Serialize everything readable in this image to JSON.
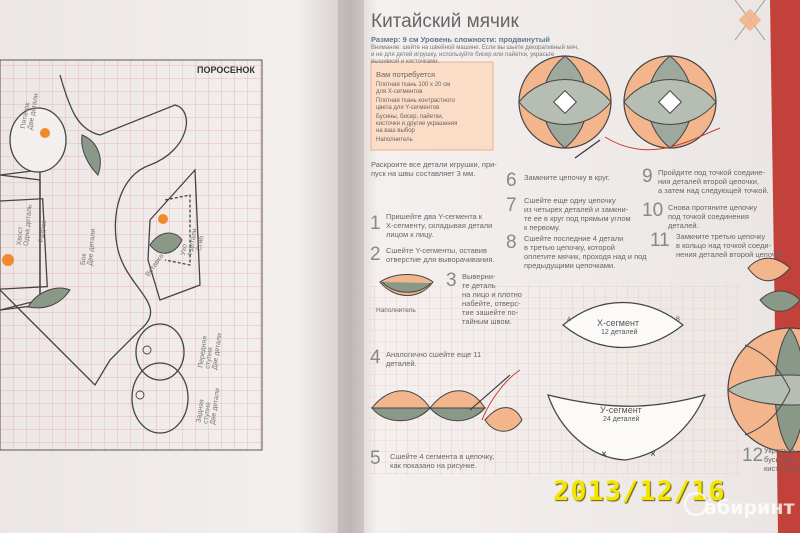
{
  "left_page": {
    "pattern_title": "ПОРОСЕНОК",
    "labels": {
      "pyatachok": "Пятачок\nДве детали",
      "ukho": "Ухо\n4 детали",
      "khvost": "Хвост\nОдна деталь",
      "bok": "Бок\nДве детали",
      "razrez": "Разрез",
      "sgib": "Сгиб",
      "vstavka": "Вставка",
      "perednyaya": "Передняя\nступня\nДве детали",
      "zadnyaya": "Задняя\nступня\nДве детали"
    }
  },
  "right_page": {
    "title": "Китайский мячик",
    "size_line": "Размер: 9 см  Уровень сложности: продвинутый",
    "intro": "Внимание: шейте на швейной машине. Если вы шьете декоративный мяч,\nи не для детей игрушку, используйте бисер или пайетки, украсьте\nвышивкой и кисточками.",
    "materials_title": "Вам потребуется",
    "materials": [
      "Плотная ткань 100 x 20 см\nдля X-сегментов",
      "Плотная ткань контрастного\nцвета для Y-сегментов",
      "Бусины, бисер, пайетки,\nкисточки и другие украшения\nна ваш выбор",
      "Наполнитель"
    ],
    "seam_note": "Раскроите все детали игрушки, при-\nпуск на швы составляет 3 мм.",
    "steps": [
      {
        "n": "1",
        "text": "Пришейте два Y-сегмента к\nX-сегменту, складывая детали\nлицом к лицу."
      },
      {
        "n": "2",
        "text": "Сшейте Y-сегменты, оставив\nотверстие для выворачивания."
      },
      {
        "n": "3",
        "text": "Выверни-\nте деталь\nна лицо и плотно\nнабейте, отверс-\nтие зашейте по-\nтайным швом."
      },
      {
        "n": "4",
        "text": "Аналогично сшейте еще 11\nдеталей."
      },
      {
        "n": "5",
        "text": "Сшейте 4 сегмента в цепочку,\nкак показано на рисунке."
      },
      {
        "n": "6",
        "text": "Замкните цепочку в круг."
      },
      {
        "n": "7",
        "text": "Сшейте еще одну цепочку\nиз четырех деталей и замкни-\nте ее в круг под прямым углом\nк первому."
      },
      {
        "n": "8",
        "text": "Сшейте последние 4 детали\nв третью цепочку, которой\nоплетите мячик, проходя над и под\nпредыдущими цепочками."
      },
      {
        "n": "9",
        "text": "Пройдите под точкой соедине-\nния деталей второй цепочки,\nа затем над следующей точкой."
      },
      {
        "n": "10",
        "text": "Снова протяните цепочку\nпод точкой соединения\nдеталей."
      },
      {
        "n": "11",
        "text": "Замкните третью цепочку\nв кольцо над точкой соеди-\nнения деталей второй цепочки."
      },
      {
        "n": "12",
        "text": "Украсьте\nбусинами и\nкисточками."
      }
    ],
    "filler_label": "Наполнитель",
    "x_segment": {
      "name": "X-сегмент",
      "count": "12 деталей"
    },
    "y_segment": {
      "name": "У-сегмент",
      "count": "24 деталей"
    },
    "point_letters": [
      "А",
      "В"
    ]
  },
  "overlay": {
    "date_stamp": "2013/12/16",
    "watermark": "абиринт"
  },
  "colors": {
    "grid": "#e8a79a",
    "peach": "#f2b58c",
    "orange_dot": "#f08a2c",
    "sage": "#8a9888",
    "box_fill": "#fbdcc6",
    "date": "#f2e600"
  }
}
